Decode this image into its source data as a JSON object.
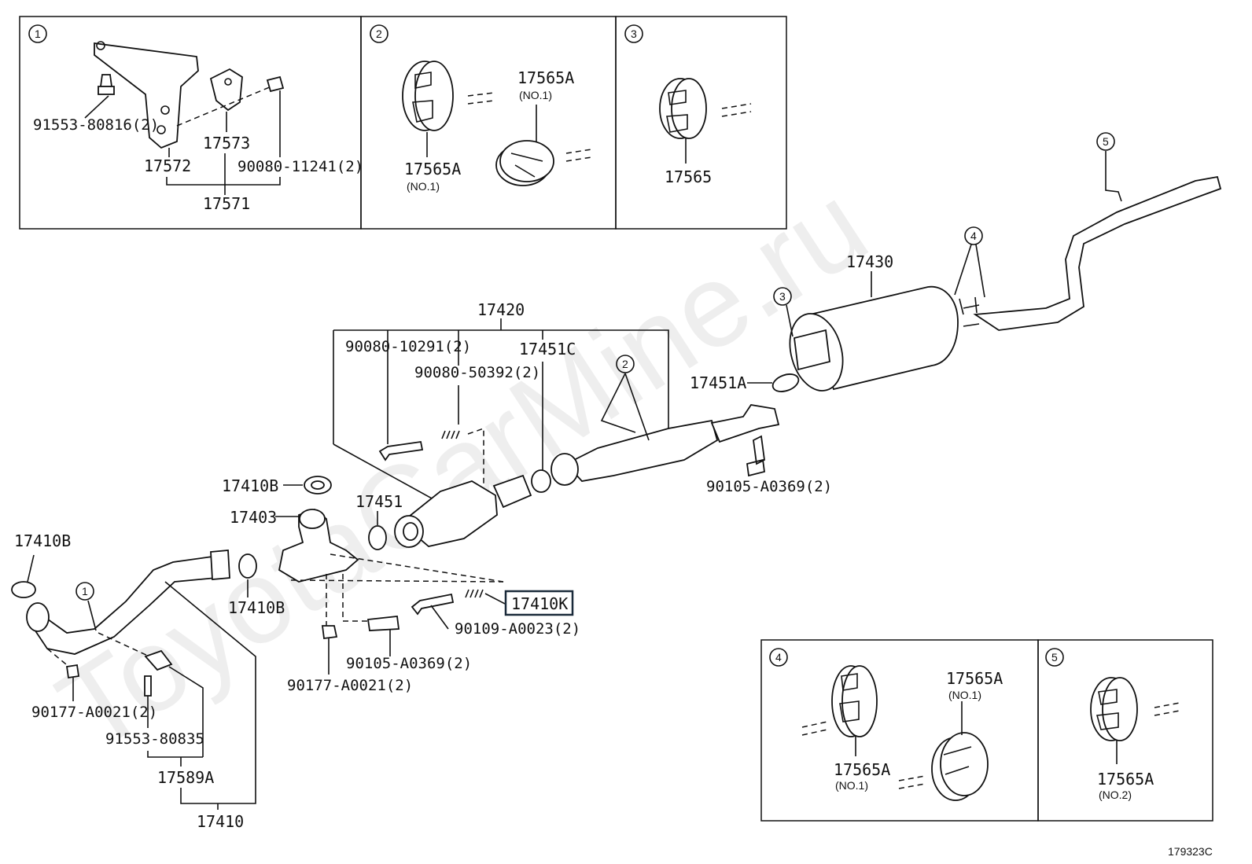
{
  "diagram_code": "179323C",
  "watermark": "ToyotaCarMine.ru",
  "callouts": [
    "1",
    "2",
    "3",
    "4",
    "5"
  ],
  "parts": {
    "p91553_80816": "91553-80816(2)",
    "p17572": "17572",
    "p17573": "17573",
    "p90080_11241": "90080-11241(2)",
    "p17571": "17571",
    "p17565A_no1_box2_top": "17565A",
    "p17565A_no1_box2_top_sub": "(NO.1)",
    "p17565A_no1_box2_bot": "17565A",
    "p17565A_no1_box2_bot_sub": "(NO.1)",
    "p17565": "17565",
    "p17430": "17430",
    "p17420": "17420",
    "p90080_10291": "90080-10291(2)",
    "p17451C": "17451C",
    "p90080_50392": "90080-50392(2)",
    "p17451A": "17451A",
    "p90105_A0369_a": "90105-A0369(2)",
    "p17410B_a": "17410B",
    "p17403": "17403",
    "p17451": "17451",
    "p17410B_b": "17410B",
    "p17410B_c": "17410B",
    "p17410K": "17410K",
    "p90109_A0023": "90109-A0023(2)",
    "p90105_A0369_b": "90105-A0369(2)",
    "p90177_A0021_a": "90177-A0021(2)",
    "p90177_A0021_b": "90177-A0021(2)",
    "p91553_80835": "91553-80835",
    "p17589A": "17589A",
    "p17410": "17410",
    "p17565A_box4_left": "17565A",
    "p17565A_box4_left_sub": "(NO.1)",
    "p17565A_box4_right": "17565A",
    "p17565A_box4_right_sub": "(NO.1)",
    "p17565A_box5": "17565A",
    "p17565A_box5_sub": "(NO.2)"
  }
}
